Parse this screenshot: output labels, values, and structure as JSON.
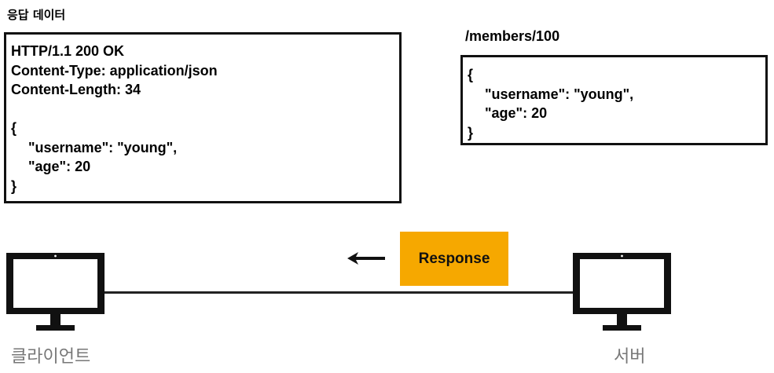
{
  "title": "응답 데이터",
  "http_response": {
    "status_line": "HTTP/1.1 200 OK",
    "content_type": "Content-Type: application/json",
    "content_length": "Content-Length: 34",
    "body_open": "{",
    "body_line1": "\"username\": \"young\",",
    "body_line2": "\"age\": 20",
    "body_close": "}"
  },
  "resource": {
    "path": "/members/100",
    "body_open": "{",
    "body_line1": "\"username\": \"young\",",
    "body_line2": "\"age\": 20",
    "body_close": "}"
  },
  "flow": {
    "label": "Response",
    "label_color": "#f6a800",
    "direction": "server-to-client"
  },
  "nodes": {
    "client_label": "클라이언트",
    "server_label": "서버"
  }
}
